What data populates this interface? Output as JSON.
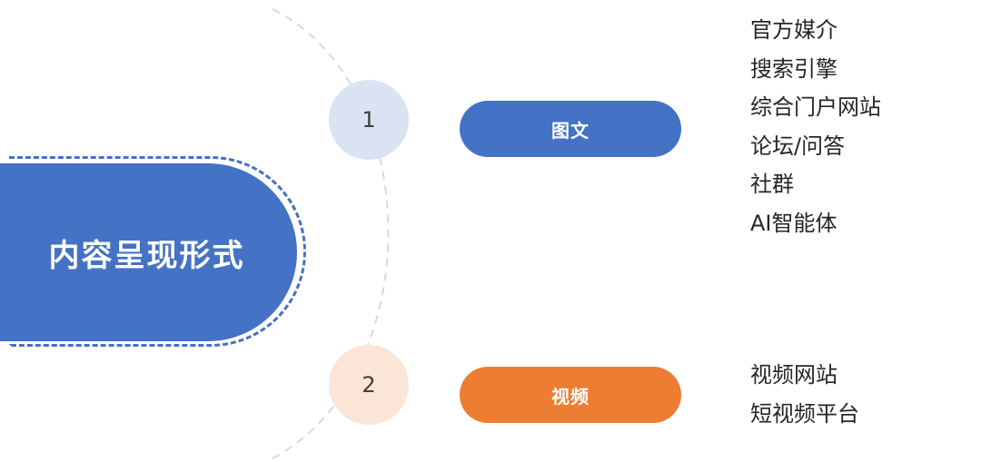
{
  "main": {
    "title": "内容呈现形式"
  },
  "branches": [
    {
      "number": "1",
      "label": "图文",
      "items": [
        "官方媒介",
        "搜索引擎",
        "综合门户网站",
        "论坛/问答",
        "社群",
        "AI智能体"
      ]
    },
    {
      "number": "2",
      "label": "视频",
      "items": [
        "视频网站",
        "短视频平台"
      ]
    }
  ],
  "colors": {
    "blue": "#4472c4",
    "orange": "#ed7d31",
    "light_blue": "#dae3f3",
    "light_orange": "#fbe5d6",
    "arc": "#d9d9d9"
  }
}
